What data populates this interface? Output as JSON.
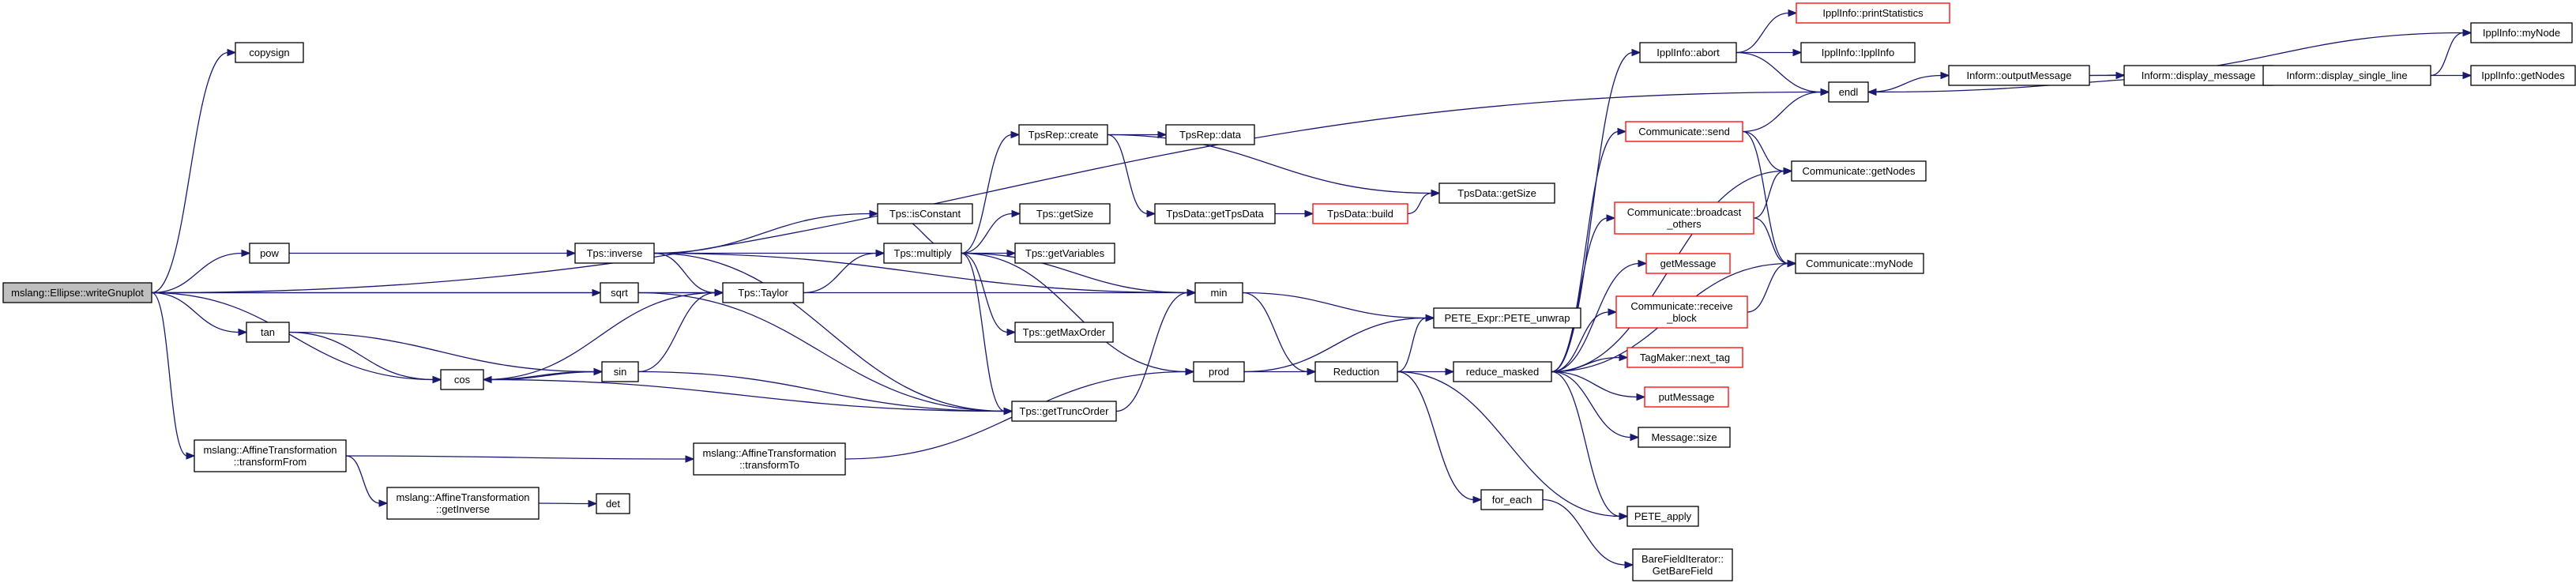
{
  "colors": {
    "edge": "#191970",
    "node_border": "#000000",
    "node_fill": "#ffffff",
    "truncated_border": "#ff0000",
    "root_fill": "#bfbfbf"
  },
  "nodes": [
    {
      "id": "root",
      "lines": [
        "mslang::Ellipse::writeGnuplot"
      ],
      "style": "root"
    },
    {
      "id": "copysign",
      "lines": [
        "copysign"
      ],
      "style": "normal"
    },
    {
      "id": "pow",
      "lines": [
        "pow"
      ],
      "style": "normal"
    },
    {
      "id": "sqrt",
      "lines": [
        "sqrt"
      ],
      "style": "normal"
    },
    {
      "id": "tan",
      "lines": [
        "tan"
      ],
      "style": "normal"
    },
    {
      "id": "sin",
      "lines": [
        "sin"
      ],
      "style": "normal"
    },
    {
      "id": "cos",
      "lines": [
        "cos"
      ],
      "style": "normal"
    },
    {
      "id": "tfrom",
      "lines": [
        "mslang::AffineTransformation",
        "::transformFrom"
      ],
      "style": "normal"
    },
    {
      "id": "ginv",
      "lines": [
        "mslang::AffineTransformation",
        "::getInverse"
      ],
      "style": "normal"
    },
    {
      "id": "det",
      "lines": [
        "det"
      ],
      "style": "normal"
    },
    {
      "id": "tto",
      "lines": [
        "mslang::AffineTransformation",
        "::transformTo"
      ],
      "style": "normal"
    },
    {
      "id": "inverse",
      "lines": [
        "Tps::inverse"
      ],
      "style": "normal"
    },
    {
      "id": "taylor",
      "lines": [
        "Tps::Taylor"
      ],
      "style": "normal"
    },
    {
      "id": "isconst",
      "lines": [
        "Tps::isConstant"
      ],
      "style": "normal"
    },
    {
      "id": "multiply",
      "lines": [
        "Tps::multiply"
      ],
      "style": "normal"
    },
    {
      "id": "getsize",
      "lines": [
        "Tps::getSize"
      ],
      "style": "normal"
    },
    {
      "id": "getvars",
      "lines": [
        "Tps::getVariables"
      ],
      "style": "normal"
    },
    {
      "id": "getmax",
      "lines": [
        "Tps::getMaxOrder"
      ],
      "style": "normal"
    },
    {
      "id": "gettrunc",
      "lines": [
        "Tps::getTruncOrder"
      ],
      "style": "normal"
    },
    {
      "id": "tpsrepcreate",
      "lines": [
        "TpsRep::create"
      ],
      "style": "normal"
    },
    {
      "id": "tpsrepdata",
      "lines": [
        "TpsRep::data"
      ],
      "style": "normal"
    },
    {
      "id": "gettpsdata",
      "lines": [
        "TpsData::getTpsData"
      ],
      "style": "normal"
    },
    {
      "id": "tpsbuild",
      "lines": [
        "TpsData::build"
      ],
      "style": "truncated"
    },
    {
      "id": "tpsdatasize",
      "lines": [
        "TpsData::getSize"
      ],
      "style": "normal"
    },
    {
      "id": "min",
      "lines": [
        "min"
      ],
      "style": "normal"
    },
    {
      "id": "prod",
      "lines": [
        "prod"
      ],
      "style": "normal"
    },
    {
      "id": "reduction",
      "lines": [
        "Reduction"
      ],
      "style": "normal"
    },
    {
      "id": "peteunwrap",
      "lines": [
        "PETE_Expr::PETE_unwrap"
      ],
      "style": "normal"
    },
    {
      "id": "redmasked",
      "lines": [
        "reduce_masked"
      ],
      "style": "normal"
    },
    {
      "id": "foreach",
      "lines": [
        "for_each"
      ],
      "style": "normal"
    },
    {
      "id": "peteapply",
      "lines": [
        "PETE_apply"
      ],
      "style": "normal"
    },
    {
      "id": "getbare",
      "lines": [
        "BareFieldIterator::",
        "GetBareField"
      ],
      "style": "normal"
    },
    {
      "id": "abort",
      "lines": [
        "IpplInfo::abort"
      ],
      "style": "normal"
    },
    {
      "id": "printstats",
      "lines": [
        "IpplInfo::printStatistics"
      ],
      "style": "truncated"
    },
    {
      "id": "ipplinfo",
      "lines": [
        "IpplInfo::IpplInfo"
      ],
      "style": "normal"
    },
    {
      "id": "endl",
      "lines": [
        "endl"
      ],
      "style": "normal"
    },
    {
      "id": "commsend",
      "lines": [
        "Communicate::send"
      ],
      "style": "truncated"
    },
    {
      "id": "commgetnodes",
      "lines": [
        "Communicate::getNodes"
      ],
      "style": "normal"
    },
    {
      "id": "broadcast",
      "lines": [
        "Communicate::broadcast",
        "_others"
      ],
      "style": "truncated"
    },
    {
      "id": "getmessage",
      "lines": [
        "getMessage"
      ],
      "style": "truncated"
    },
    {
      "id": "receive",
      "lines": [
        "Communicate::receive",
        "_block"
      ],
      "style": "truncated"
    },
    {
      "id": "commmynode",
      "lines": [
        "Communicate::myNode"
      ],
      "style": "normal"
    },
    {
      "id": "nexttag",
      "lines": [
        "TagMaker::next_tag"
      ],
      "style": "truncated"
    },
    {
      "id": "putmessage",
      "lines": [
        "putMessage"
      ],
      "style": "truncated"
    },
    {
      "id": "msgsize",
      "lines": [
        "Message::size"
      ],
      "style": "normal"
    },
    {
      "id": "outmsg",
      "lines": [
        "Inform::outputMessage"
      ],
      "style": "normal"
    },
    {
      "id": "dispmsg",
      "lines": [
        "Inform::display_message"
      ],
      "style": "normal"
    },
    {
      "id": "dispsingle",
      "lines": [
        "Inform::display_single_line"
      ],
      "style": "normal"
    },
    {
      "id": "ipplmynode",
      "lines": [
        "IpplInfo::myNode"
      ],
      "style": "normal"
    },
    {
      "id": "ipplgetnodes",
      "lines": [
        "IpplInfo::getNodes"
      ],
      "style": "normal"
    }
  ],
  "edges": [
    [
      "root",
      "copysign"
    ],
    [
      "root",
      "endl"
    ],
    [
      "root",
      "pow"
    ],
    [
      "root",
      "sqrt"
    ],
    [
      "root",
      "tan"
    ],
    [
      "root",
      "cos"
    ],
    [
      "root",
      "tfrom"
    ],
    [
      "root",
      "min"
    ],
    [
      "pow",
      "inverse"
    ],
    [
      "sqrt",
      "taylor"
    ],
    [
      "sqrt",
      "gettrunc"
    ],
    [
      "tan",
      "sin"
    ],
    [
      "tan",
      "cos"
    ],
    [
      "sin",
      "cos"
    ],
    [
      "cos",
      "sin"
    ],
    [
      "sin",
      "taylor"
    ],
    [
      "sin",
      "gettrunc"
    ],
    [
      "cos",
      "taylor"
    ],
    [
      "cos",
      "gettrunc"
    ],
    [
      "tfrom",
      "ginv"
    ],
    [
      "tfrom",
      "tto"
    ],
    [
      "ginv",
      "det"
    ],
    [
      "tto",
      "prod"
    ],
    [
      "inverse",
      "isconst"
    ],
    [
      "inverse",
      "taylor"
    ],
    [
      "inverse",
      "gettrunc"
    ],
    [
      "inverse",
      "min"
    ],
    [
      "inverse",
      "multiply"
    ],
    [
      "taylor",
      "multiply"
    ],
    [
      "multiply",
      "tpsrepcreate"
    ],
    [
      "multiply",
      "getsize"
    ],
    [
      "multiply",
      "getvars"
    ],
    [
      "multiply",
      "getmax"
    ],
    [
      "multiply",
      "gettrunc"
    ],
    [
      "multiply",
      "min"
    ],
    [
      "multiply",
      "prod"
    ],
    [
      "multiply",
      "isconst"
    ],
    [
      "tpsrepcreate",
      "tpsrepdata"
    ],
    [
      "tpsrepcreate",
      "gettpsdata"
    ],
    [
      "tpsrepcreate",
      "tpsdatasize"
    ],
    [
      "gettpsdata",
      "tpsbuild"
    ],
    [
      "tpsbuild",
      "tpsdatasize"
    ],
    [
      "gettrunc",
      "min"
    ],
    [
      "min",
      "peteunwrap"
    ],
    [
      "min",
      "reduction"
    ],
    [
      "prod",
      "peteunwrap"
    ],
    [
      "prod",
      "reduction"
    ],
    [
      "reduction",
      "peteunwrap"
    ],
    [
      "reduction",
      "redmasked"
    ],
    [
      "reduction",
      "foreach"
    ],
    [
      "reduction",
      "peteapply"
    ],
    [
      "foreach",
      "getbare"
    ],
    [
      "redmasked",
      "abort"
    ],
    [
      "redmasked",
      "commsend"
    ],
    [
      "redmasked",
      "commgetnodes"
    ],
    [
      "redmasked",
      "broadcast"
    ],
    [
      "redmasked",
      "getmessage"
    ],
    [
      "redmasked",
      "receive"
    ],
    [
      "redmasked",
      "nexttag"
    ],
    [
      "redmasked",
      "putmessage"
    ],
    [
      "redmasked",
      "msgsize"
    ],
    [
      "redmasked",
      "commmynode"
    ],
    [
      "redmasked",
      "peteapply"
    ],
    [
      "abort",
      "printstats"
    ],
    [
      "abort",
      "ipplinfo"
    ],
    [
      "abort",
      "endl"
    ],
    [
      "commsend",
      "endl"
    ],
    [
      "commsend",
      "commgetnodes"
    ],
    [
      "commsend",
      "commmynode"
    ],
    [
      "broadcast",
      "commgetnodes"
    ],
    [
      "broadcast",
      "commmynode"
    ],
    [
      "receive",
      "commmynode"
    ],
    [
      "endl",
      "outmsg"
    ],
    [
      "outmsg",
      "dispmsg"
    ],
    [
      "outmsg",
      "ipplmynode"
    ],
    [
      "dispmsg",
      "dispsingle"
    ],
    [
      "dispsingle",
      "endl"
    ],
    [
      "dispsingle",
      "ipplmynode"
    ],
    [
      "dispsingle",
      "ipplgetnodes"
    ]
  ]
}
